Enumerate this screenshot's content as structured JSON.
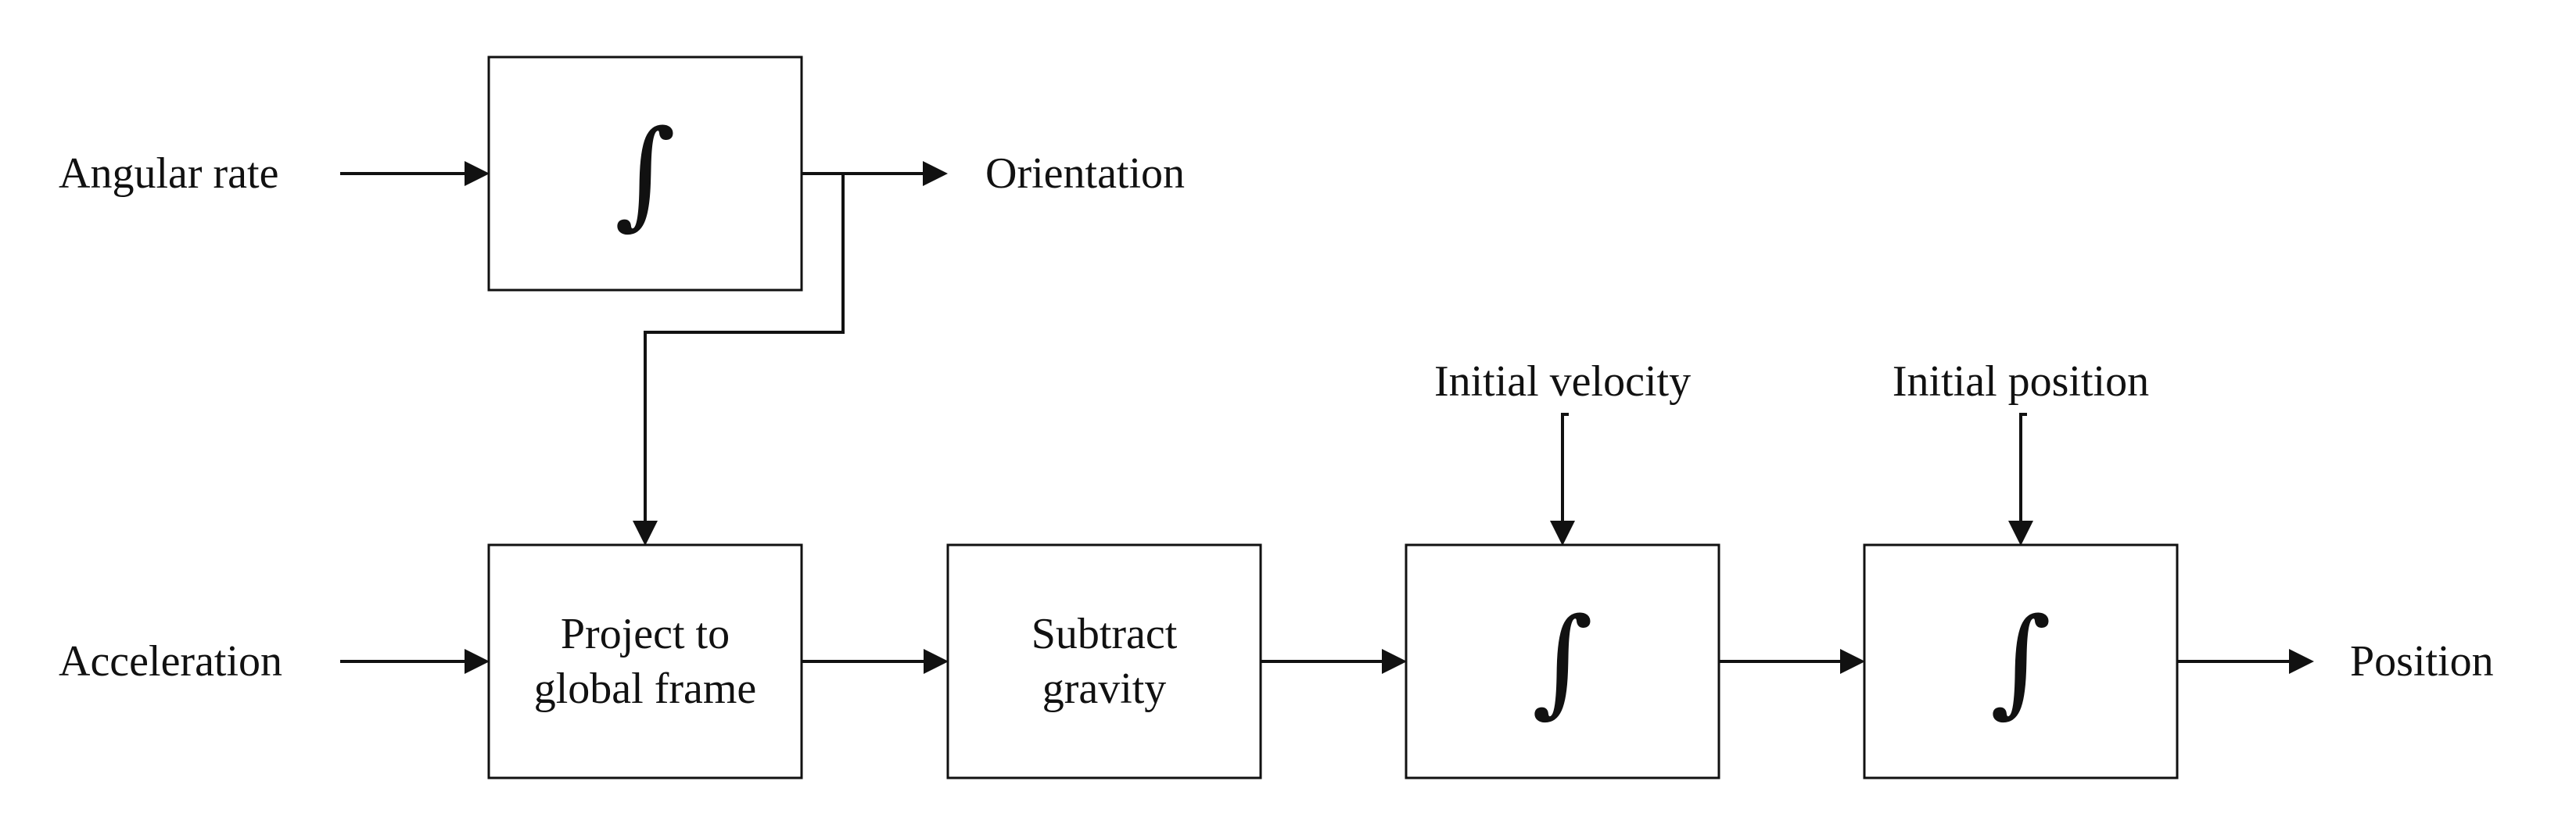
{
  "diagram": {
    "inputs": {
      "angular_rate": "Angular rate",
      "acceleration": "Acceleration",
      "initial_velocity": "Initial velocity",
      "initial_position": "Initial position"
    },
    "outputs": {
      "orientation": "Orientation",
      "position": "Position"
    },
    "blocks": {
      "integrator_orientation": "∫",
      "project_line1": "Project to",
      "project_line2": "global frame",
      "subtract_line1": "Subtract",
      "subtract_line2": "gravity",
      "integrator_velocity": "∫",
      "integrator_position": "∫"
    }
  }
}
